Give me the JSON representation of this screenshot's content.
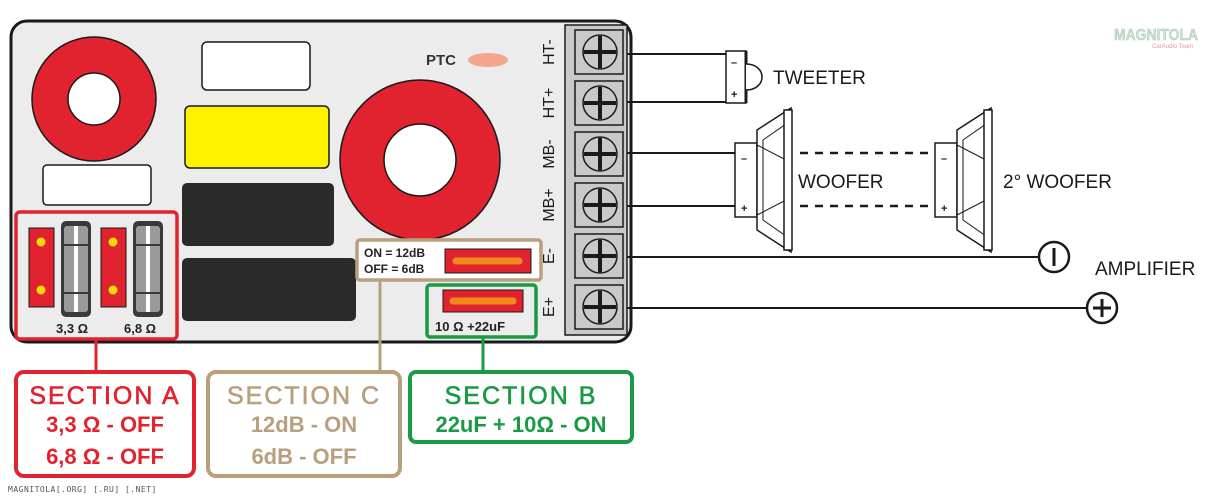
{
  "board": {
    "ptc_label": "PTC",
    "terminals": [
      "HT-",
      "HT+",
      "MB-",
      "MB+",
      "E-",
      "E+"
    ],
    "fuse_values": [
      "3,3 Ω",
      "6,8 Ω"
    ],
    "section_c_jumper_lines": [
      "ON = 12dB",
      "OFF = 6dB"
    ],
    "section_b_jumper_label": "10 Ω +22uF"
  },
  "speakers": {
    "tweeter": "TWEETER",
    "woofer": "WOOFER",
    "woofer2": "2° WOOFER",
    "amplifier": "AMPLIFIER",
    "minus": "–",
    "plus": "+"
  },
  "sections": {
    "a": {
      "title": "SECTION A",
      "lines": [
        "3,3 Ω - OFF",
        "6,8 Ω - OFF"
      ],
      "color": "#e0232e"
    },
    "c": {
      "title": "SECTION C",
      "lines": [
        "12dB - ON",
        "6dB - OFF"
      ],
      "color": "#b8a07f"
    },
    "b": {
      "title": "SECTION B",
      "lines": [
        "22uF + 10Ω - ON"
      ],
      "color": "#1a9a45"
    }
  },
  "brand": {
    "logo_text": "MAGNITOLA",
    "logo_sub": "CarAudio Team"
  },
  "footer": "MAGNITOLA[.ORG] [.RU] [.NET]",
  "colors": {
    "toroid": "#e0232e",
    "board": "#ececec",
    "terminal": "#c9c9c9",
    "jumper_red": "#e0232e",
    "jumper_orange": "#f08a1d",
    "yellow_cap": "#fff200",
    "ptc": "#f4a68c"
  }
}
